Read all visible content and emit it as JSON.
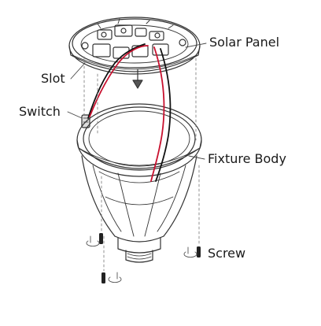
{
  "labels": {
    "solar_panel": "Solar Panel",
    "slot": "Slot",
    "switch": "Switch",
    "fixture_body": "Fixture Body",
    "screw": "Screw"
  },
  "colors": {
    "outline": "#333333",
    "wire_red": "#c8102e",
    "wire_black": "#111111",
    "leader": "#444444"
  }
}
